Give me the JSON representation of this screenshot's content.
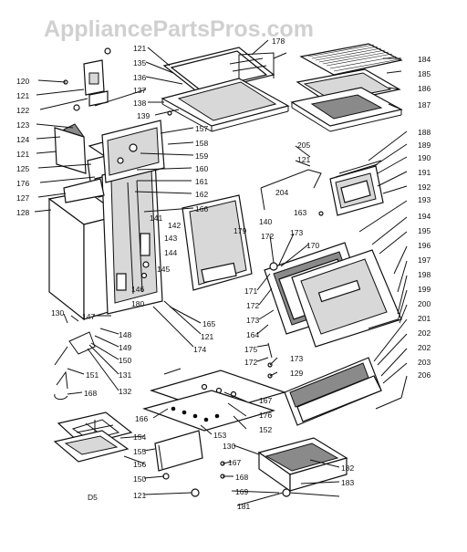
{
  "watermark": "AppliancePartsPros.com",
  "footer": {
    "code": "D5"
  },
  "callouts": [
    "120",
    "121",
    "122",
    "123",
    "124",
    "121",
    "125",
    "176",
    "127",
    "128",
    "121",
    "135",
    "136",
    "137",
    "138",
    "139",
    "157",
    "158",
    "159",
    "160",
    "161",
    "162",
    "166",
    "178",
    "184",
    "185",
    "186",
    "187",
    "188",
    "189",
    "190",
    "191",
    "192",
    "193",
    "194",
    "195",
    "196",
    "197",
    "198",
    "199",
    "200",
    "201",
    "202",
    "202",
    "203",
    "206",
    "205",
    "121",
    "204",
    "163",
    "179",
    "140",
    "141",
    "142",
    "143",
    "144",
    "145",
    "146",
    "180",
    "172",
    "173",
    "170",
    "171",
    "172",
    "173",
    "164",
    "165",
    "121",
    "174",
    "175",
    "172",
    "173",
    "129",
    "130",
    "147",
    "148",
    "149",
    "150",
    "131",
    "151",
    "132",
    "168",
    "167",
    "176",
    "152",
    "166",
    "153",
    "154",
    "155",
    "156",
    "150",
    "121",
    "130",
    "167",
    "168",
    "169",
    "181",
    "182",
    "183"
  ]
}
